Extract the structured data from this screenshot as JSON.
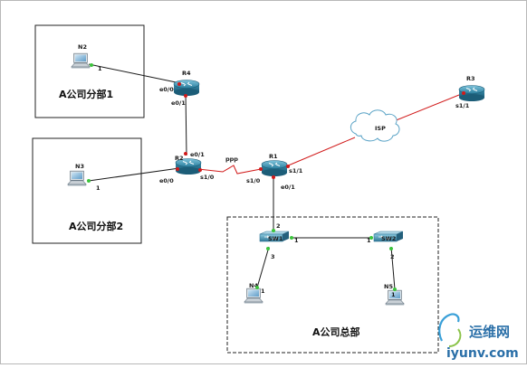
{
  "zones": {
    "branch1": "A公司分部1",
    "branch2": "A公司分部2",
    "hq": "A公司总部"
  },
  "devices": {
    "N2": "N2",
    "N3": "N3",
    "N4": "N4",
    "N5": "N5",
    "R1": "R1",
    "R2": "R2",
    "R3": "R3",
    "R4": "R4",
    "SW1": "SW1",
    "SW2": "SW2",
    "cloud": "ISP"
  },
  "links": {
    "n2_port": "1",
    "r4_e00": "e0/0",
    "r4_e01": "e0/1",
    "r2_e01": "e0/1",
    "r2_e00": "e0/0",
    "r2_s10": "s1/0",
    "n3_port": "1",
    "ppp": "ppp",
    "r1_s10": "s1/0",
    "r1_s11": "s1/1",
    "r1_e01": "e0/1",
    "r3_s11": "s1/1",
    "sw1_top": "2",
    "sw1_right": "1",
    "sw1_bottom": "3",
    "sw2_left": "1",
    "sw2_bottom": "2",
    "n4_port": "1",
    "n5_port": "1"
  },
  "watermark": {
    "brand": "运维网",
    "url": "iyunv.com"
  },
  "colors": {
    "link_black": "#1a1a1a",
    "link_red": "#d11a1a",
    "router": "#2b7f9e",
    "switch": "#3d86a8",
    "endpoint_dot": "#3cc43c",
    "port_dot": "#d11a1a",
    "watermark": "#2a6fa8"
  }
}
